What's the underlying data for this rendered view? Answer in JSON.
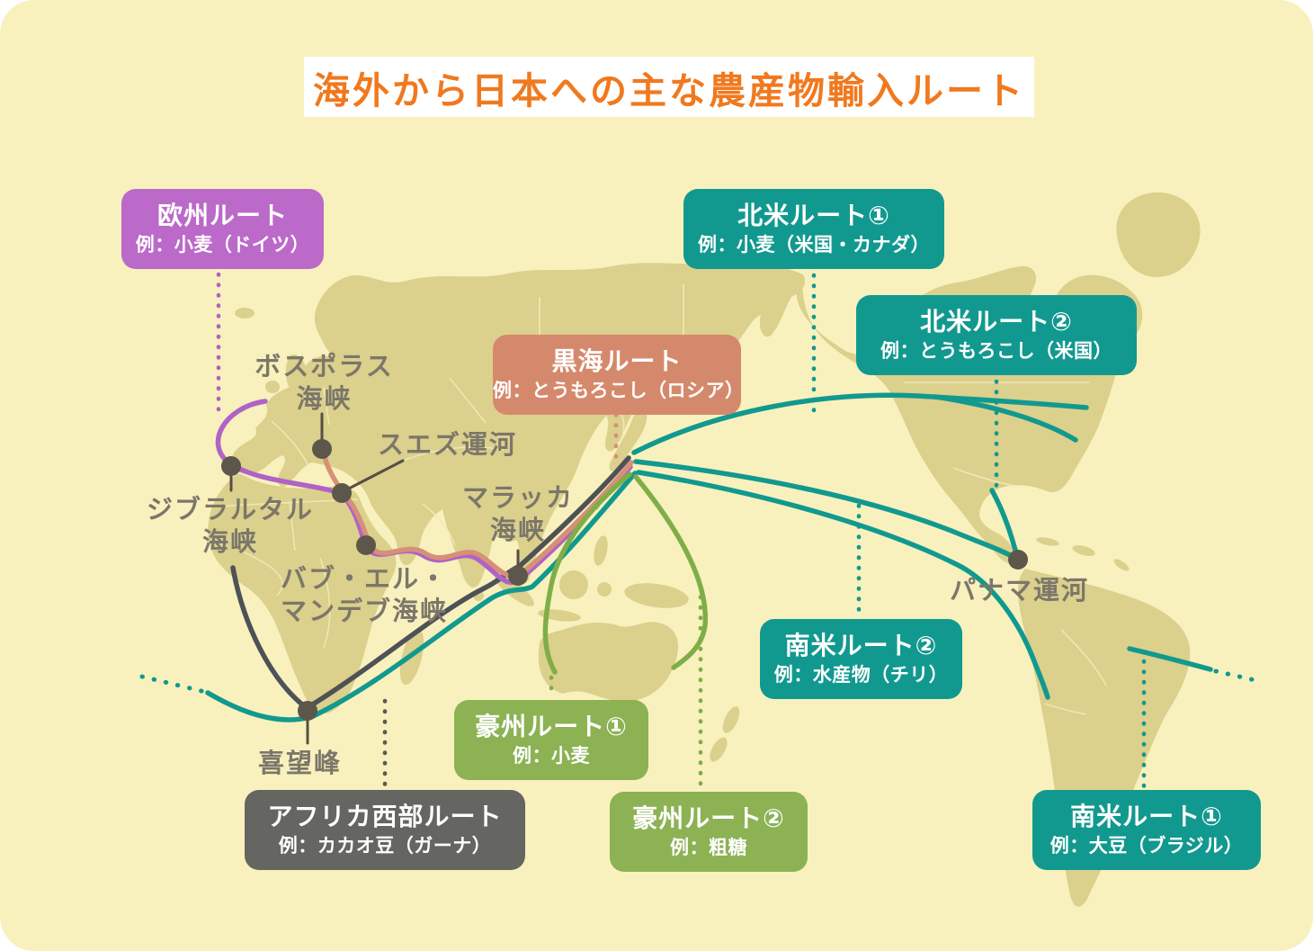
{
  "title": "海外から日本への主な農産物輸入ルート",
  "colors": {
    "background": "#F8F1BD",
    "land": "#DBD08C",
    "title_text": "#F0791F",
    "europe_purple": "#BB6AC9",
    "teal": "#12998F",
    "black_sea_salmon": "#D5896C",
    "australia_green": "#8CB254",
    "africa_gray": "#656561",
    "route_dark": "#4E5257",
    "strait_dot": "#5D564A",
    "geo_text": "#7C776A"
  },
  "route_boxes": [
    {
      "id": "europe",
      "name": "欧州ルート",
      "example": "例：小麦（ドイツ）"
    },
    {
      "id": "north_america_1",
      "name": "北米ルート①",
      "example": "例：小麦（米国・カナダ）"
    },
    {
      "id": "north_america_2",
      "name": "北米ルート②",
      "example": "例：とうもろこし（米国）"
    },
    {
      "id": "black_sea",
      "name": "黒海ルート",
      "example": "例：とうもろこし（ロシア）"
    },
    {
      "id": "south_america_2",
      "name": "南米ルート②",
      "example": "例：水産物（チリ）"
    },
    {
      "id": "australia_1",
      "name": "豪州ルート①",
      "example": "例：小麦"
    },
    {
      "id": "australia_2",
      "name": "豪州ルート②",
      "example": "例：粗糖"
    },
    {
      "id": "west_africa",
      "name": "アフリカ西部ルート",
      "example": "例：カカオ豆（ガーナ）"
    },
    {
      "id": "south_america_1",
      "name": "南米ルート①",
      "example": "例：大豆（ブラジル）"
    }
  ],
  "geo_labels": [
    {
      "id": "bosporus",
      "lines": [
        "ボスポラス",
        "海峡"
      ]
    },
    {
      "id": "suez",
      "lines": [
        "スエズ運河",
        ""
      ]
    },
    {
      "id": "gibraltar",
      "lines": [
        "ジブラルタル",
        "海峡"
      ]
    },
    {
      "id": "bab_el_mandeb",
      "lines": [
        "バブ・エル・",
        "マンデブ海峡"
      ]
    },
    {
      "id": "malacca",
      "lines": [
        "マラッカ",
        "海峡"
      ]
    },
    {
      "id": "cape_of_good_hope",
      "lines": [
        "喜望峰",
        ""
      ]
    },
    {
      "id": "panama",
      "lines": [
        "パナマ運河",
        ""
      ]
    }
  ]
}
